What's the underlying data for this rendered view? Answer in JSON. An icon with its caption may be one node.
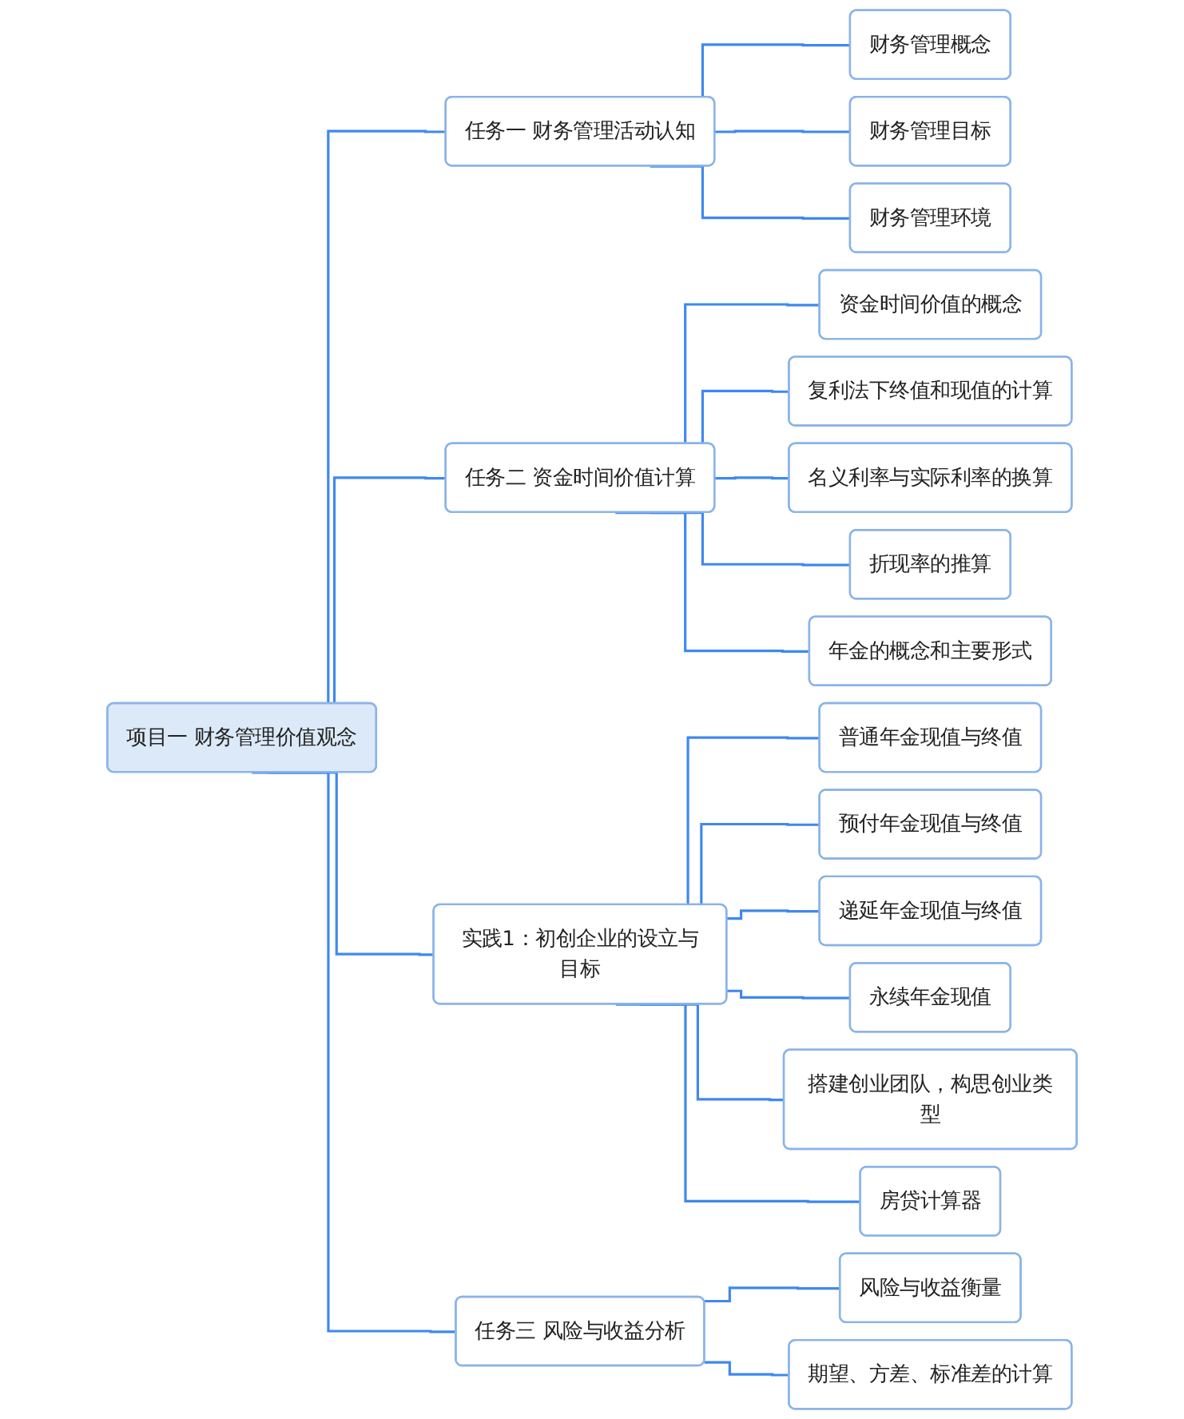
{
  "diagram": {
    "nodes": [
      {
        "text": [
          "项目一 财务管理价值观念"
        ]
      },
      {
        "text": [
          "任务一 财务管理活动认知"
        ]
      },
      {
        "text": [
          "财务管理概念"
        ]
      },
      {
        "text": [
          "财务管理目标"
        ]
      },
      {
        "text": [
          "财务管理环境"
        ]
      },
      {
        "text": [
          "任务二 资金时间价值计算"
        ]
      },
      {
        "text": [
          "资金时间价值的概念"
        ]
      },
      {
        "text": [
          "复利法下终值和现值的计算"
        ]
      },
      {
        "text": [
          "名义利率与实际利率的换算"
        ]
      },
      {
        "text": [
          "折现率的推算"
        ]
      },
      {
        "text": [
          "年金的概念和主要形式"
        ]
      },
      {
        "text": [
          "实践1：初创企业的设立与目标"
        ]
      },
      {
        "text": [
          "普通年金现值与终值"
        ]
      },
      {
        "text": [
          "预付年金现值与终值"
        ]
      },
      {
        "text": [
          "递延年金现值与终值"
        ]
      },
      {
        "text": [
          "永续年金现值"
        ]
      },
      {
        "text": [
          "搭建创业团队，构思创业类型"
        ]
      },
      {
        "text": [
          "房贷计算器"
        ]
      },
      {
        "text": [
          "任务三 风险与收益分析"
        ]
      },
      {
        "text": [
          "风险与收益衡量"
        ]
      },
      {
        "text": [
          "期望、方差、标准差的计算"
        ]
      }
    ],
    "edges": [
      {
        "from": 0,
        "to": 1,
        "arrow": "none"
      },
      {
        "from": 1,
        "to": 2,
        "arrow": "none"
      },
      {
        "from": 1,
        "to": 3,
        "arrow": "none"
      },
      {
        "from": 1,
        "to": 4,
        "arrow": "none"
      },
      {
        "from": 0,
        "to": 5,
        "arrow": "none"
      },
      {
        "from": 5,
        "to": 6,
        "arrow": "none"
      },
      {
        "from": 5,
        "to": 7,
        "arrow": "none"
      },
      {
        "from": 5,
        "to": 8,
        "arrow": "none"
      },
      {
        "from": 5,
        "to": 9,
        "arrow": "none"
      },
      {
        "from": 5,
        "to": 10,
        "arrow": "none"
      },
      {
        "from": 0,
        "to": 11,
        "arrow": "none"
      },
      {
        "from": 11,
        "to": 12,
        "arrow": "none"
      },
      {
        "from": 11,
        "to": 13,
        "arrow": "none"
      },
      {
        "from": 11,
        "to": 14,
        "arrow": "none"
      },
      {
        "from": 11,
        "to": 15,
        "arrow": "none"
      },
      {
        "from": 11,
        "to": 16,
        "arrow": "none"
      },
      {
        "from": 11,
        "to": 17,
        "arrow": "none"
      },
      {
        "from": 0,
        "to": 18,
        "arrow": "none"
      },
      {
        "from": 18,
        "to": 19,
        "arrow": "none"
      },
      {
        "from": 18,
        "to": 20,
        "arrow": "none"
      }
    ]
  }
}
